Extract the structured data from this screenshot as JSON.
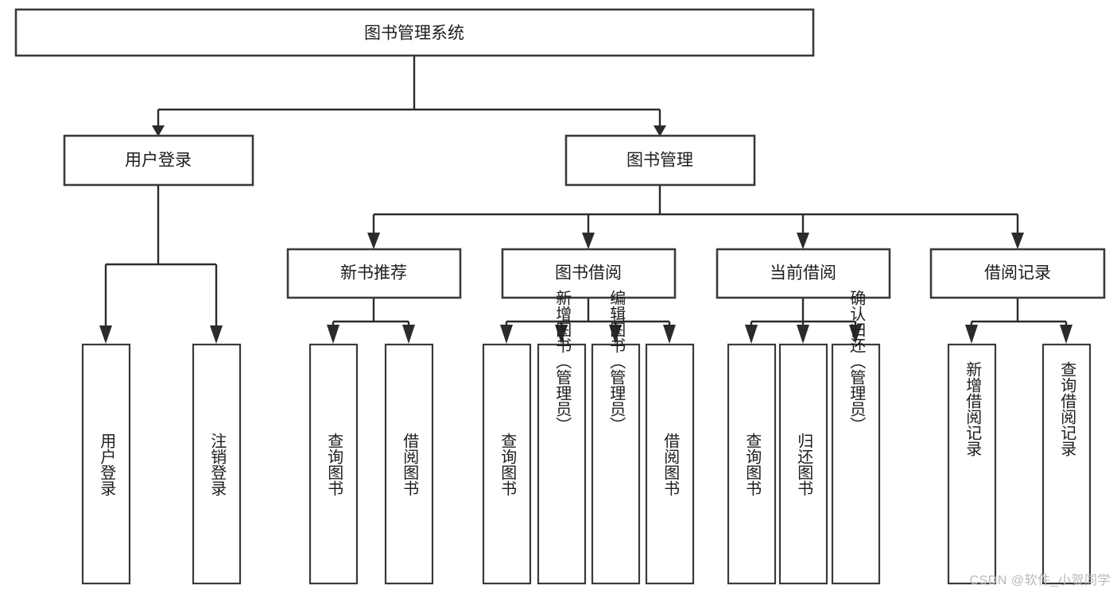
{
  "diagram": {
    "type": "tree-hierarchy",
    "title": "图书管理系统",
    "orientation": "top-down",
    "colors": {
      "box_fill": "#ffffff",
      "box_stroke": "#3a3a3a",
      "connector": "#2b2b2b",
      "text": "#1d1d1d",
      "background": "#ffffff",
      "watermark": "#b9b9b9"
    },
    "root": {
      "label": "图书管理系统"
    },
    "level2": [
      {
        "label": "用户登录"
      },
      {
        "label": "图书管理"
      }
    ],
    "level3": [
      {
        "label": "新书推荐"
      },
      {
        "label": "图书借阅"
      },
      {
        "label": "当前借阅"
      },
      {
        "label": "借阅记录"
      }
    ],
    "leaves": {
      "user_login": [
        {
          "label": "用户登录"
        },
        {
          "label": "注销登录"
        }
      ],
      "new_book_recommend": [
        {
          "label": "查询图书"
        },
        {
          "label": "借阅图书"
        }
      ],
      "book_borrow": [
        {
          "label": "查询图书"
        },
        {
          "label": "新增图书（管理员）"
        },
        {
          "label": "编辑图书（管理员）"
        },
        {
          "label": "借阅图书"
        }
      ],
      "current_borrow": [
        {
          "label": "查询图书"
        },
        {
          "label": "归还图书"
        },
        {
          "label": "确认归还（管理员）"
        }
      ],
      "borrow_record": [
        {
          "label": "新增借阅记录"
        },
        {
          "label": "查询借阅记录"
        }
      ]
    }
  },
  "watermark": {
    "text": "CSDN @软件_小贺同学"
  }
}
